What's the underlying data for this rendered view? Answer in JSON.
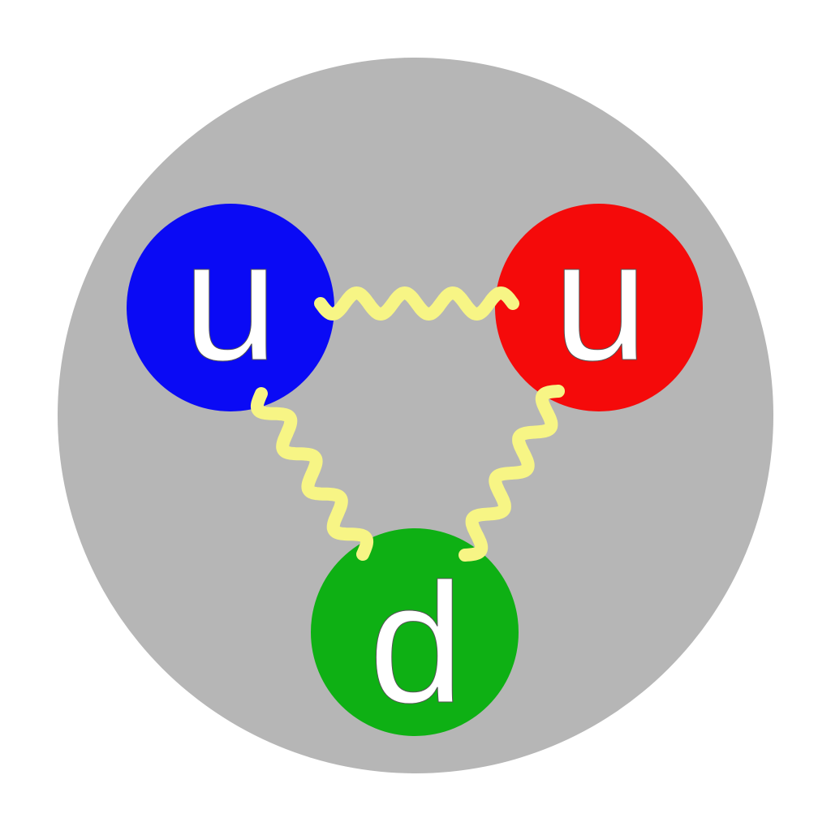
{
  "colors": {
    "background": "#ffffff",
    "hadron": "#b6b6b6",
    "gluon": "#f7f585",
    "label": "#ffffff"
  },
  "quarks": [
    {
      "id": "up-blue",
      "label": "u",
      "color": "#0a0af5"
    },
    {
      "id": "up-red",
      "label": "u",
      "color": "#f50a0a"
    },
    {
      "id": "down-green",
      "label": "d",
      "color": "#0eb014"
    }
  ],
  "gluons": [
    {
      "from": "up-blue",
      "to": "up-red"
    },
    {
      "from": "up-blue",
      "to": "down-green"
    },
    {
      "from": "up-red",
      "to": "down-green"
    }
  ]
}
